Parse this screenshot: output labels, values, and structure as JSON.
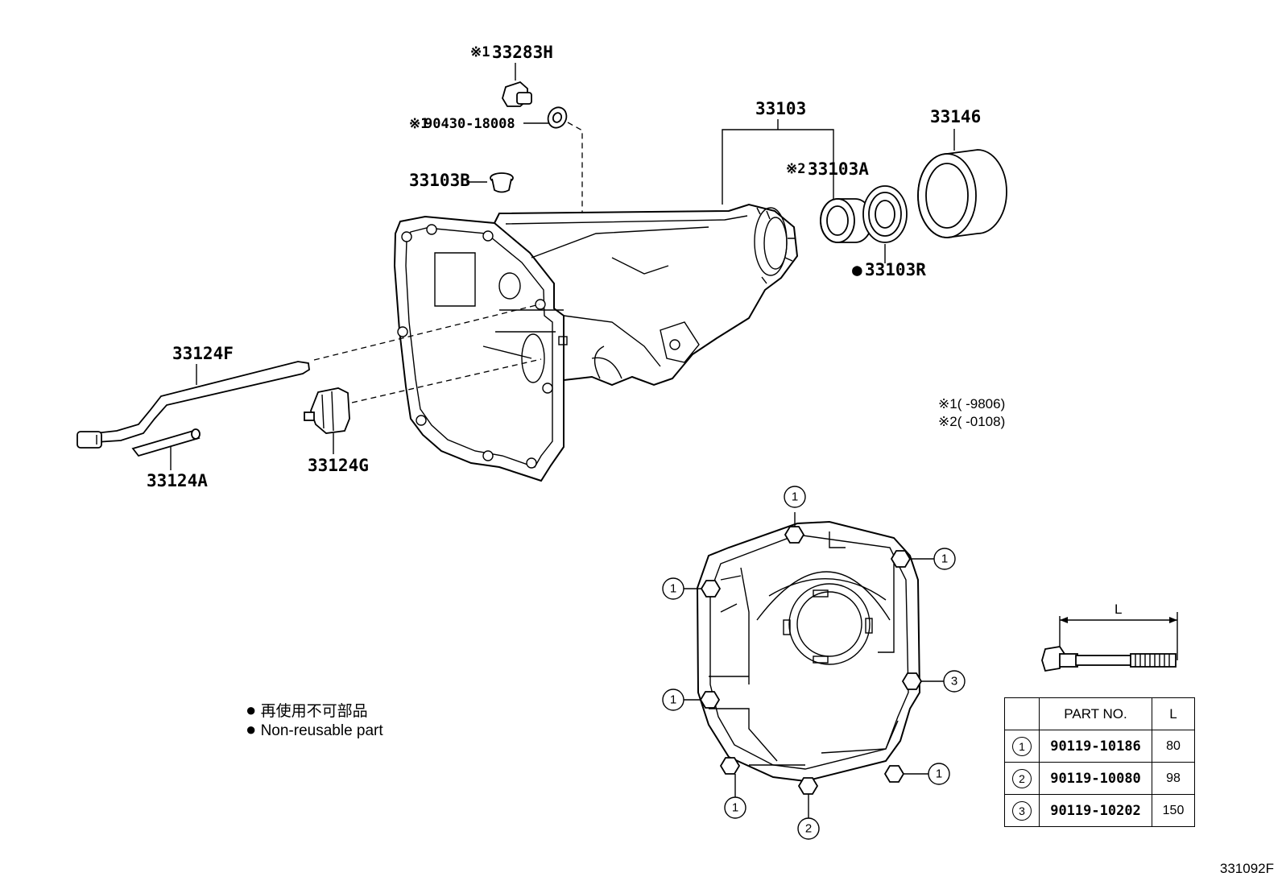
{
  "callouts": {
    "p33283H_prefix": "※1",
    "p33283H": "33283H",
    "p90430_prefix": "※1",
    "p90430": "90430-18008",
    "p33103": "33103",
    "p33146": "33146",
    "p33103A_prefix": "※2",
    "p33103A": "33103A",
    "p33103B": "33103B",
    "p33103R_mark": "●",
    "p33103R": "33103R",
    "p33124F": "33124F",
    "p33124A": "33124A",
    "p33124G": "33124G"
  },
  "notes": {
    "note1": "※1(      -9806)",
    "note2": "※2(      -0108)"
  },
  "legend": {
    "line1": "再使用不可部品",
    "line2": "Non-reusable part",
    "bullet": "●"
  },
  "bolt_diagram": {
    "length_label": "L"
  },
  "bolt_markers": [
    "1",
    "1",
    "1",
    "3",
    "1",
    "1",
    "1",
    "2"
  ],
  "bolt_table": {
    "col_part": "PART NO.",
    "col_len": "L",
    "rows": [
      {
        "idx": "1",
        "part": "90119-10186",
        "len": "80"
      },
      {
        "idx": "2",
        "part": "90119-10080",
        "len": "98"
      },
      {
        "idx": "3",
        "part": "90119-10202",
        "len": "150"
      }
    ]
  },
  "footer": {
    "code": "331092F"
  }
}
